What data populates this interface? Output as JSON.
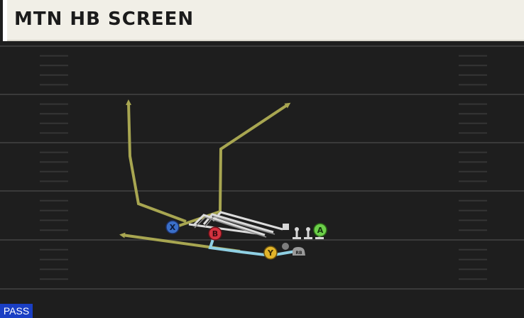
{
  "play": {
    "title": "MTN HB SCREEN",
    "play_type": "PASS"
  },
  "players": {
    "x": {
      "label": "X",
      "color": "#3a6fc9"
    },
    "b": {
      "label": "B",
      "color": "#d3323f"
    },
    "y": {
      "label": "Y",
      "color": "#e2b52a"
    },
    "a": {
      "label": "A",
      "color": "#6ccf4a"
    },
    "rb": {
      "label": "RB"
    }
  },
  "colors": {
    "route": "#a8a651",
    "screen_route": "#8fd0e4",
    "blocking": "#dcdcdc",
    "yard_line": "#3c3c3c",
    "hash": "#3a3a3a"
  }
}
